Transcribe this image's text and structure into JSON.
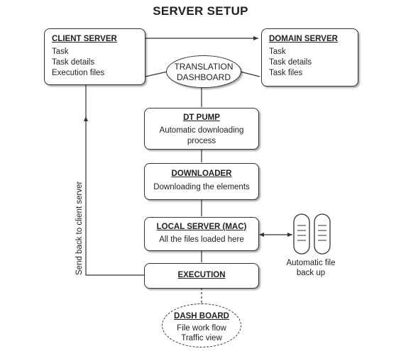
{
  "title": "SERVER SETUP",
  "client_server": {
    "heading": "CLIENT SERVER",
    "lines": [
      "Task",
      "Task details",
      "Execution files"
    ]
  },
  "domain_server": {
    "heading": "DOMAIN SERVER",
    "lines": [
      "Task",
      "Task details",
      "Task files"
    ]
  },
  "translation_dashboard": {
    "lines": [
      "TRANSLATION",
      "DASHBOARD"
    ]
  },
  "dt_pump": {
    "heading": "DT PUMP",
    "lines": [
      "Automatic downloading",
      "process"
    ]
  },
  "downloader": {
    "heading": "DOWNLOADER",
    "lines": [
      "Downloading the elements"
    ]
  },
  "local_server": {
    "heading": "LOCAL SERVER (MAC)",
    "lines": [
      "All the files loaded here"
    ]
  },
  "execution": {
    "heading": "EXECUTION"
  },
  "dash_board": {
    "heading": "DASH BOARD",
    "lines": [
      "File work flow",
      "Traffic view"
    ]
  },
  "backup": {
    "lines": [
      "Automatic file",
      "back up"
    ]
  },
  "send_back_label": "Send back to client server"
}
